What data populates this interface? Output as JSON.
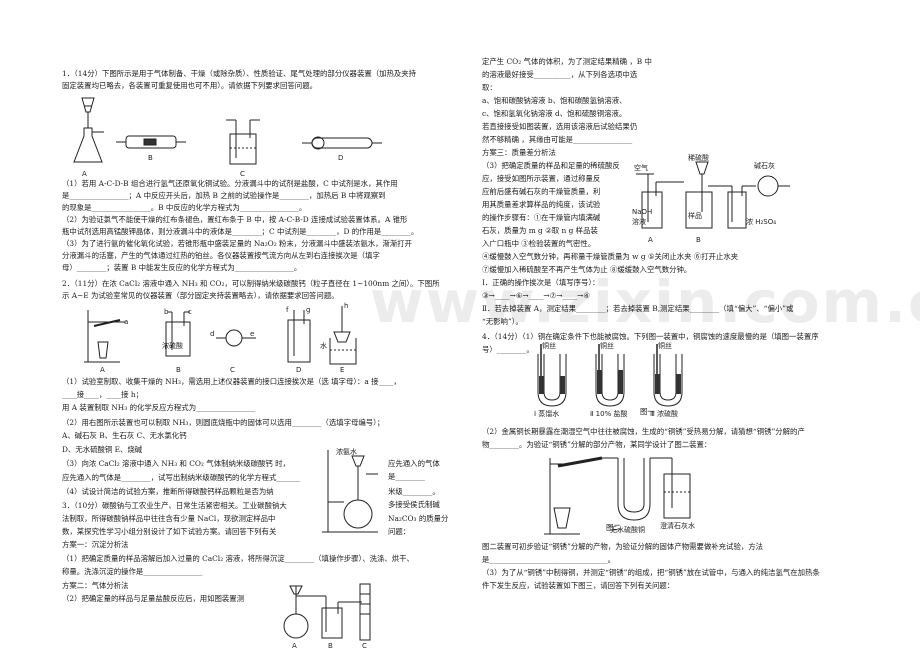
{
  "watermark": "www.zixin.com.cn",
  "left_column": [
    "1．（14分）下图所示是用于气体制备、干燥（或除杂质）、性质验证、尾气处理的部分仪器装置（加热及夹持",
    "固定装置均已略去，各装置可重复使用也可不用）。请依据下列要求回答问题。",
    "（1）若用 A-C-D-B 组合进行氢气还原氧化铜试验。分液漏斗中的试剂是盐酸，C 中试剂是水，其作用",
    "是________________；A 中反应开头后，加热 B 之前的试验操作是________，加热后 B 中将观察到",
    "的现象是________________。B 中反应的化学方程式为________________。",
    "（2）为验证氯气不能使干燥的红布条褪色，置红布条于 B 中，按 A-C-B-D 连接成试验装置体系。A 锥形",
    "瓶中试剂选用高锰酸钾晶体，则分液漏斗中的液体是________；C 中试剂是________，D 的作用是________。",
    "（3）为了进行氨的催化氧化试验，若锥形瓶中盛装足量的 Na₂O₂ 粉末，分液漏斗中盛装浓氨水，渐渐打开",
    "分液漏斗的活塞，产生的气体通过红热的铂丝。各仪器装置按气流方向从左到右连接挨次是（填字",
    "母）________；装置 B 中能发生反应的化学方程式为________________。",
    "2．（11分）在浓 CaCl₂ 溶液中通入 NH₃ 和 CO₂，可以制得纳米级碳酸钙（粒子直径在 1~100nm 之间）。下图所",
    "示 A~E 为试验室常见的仪器装置（部分固定夹持装置略去），请依据要求回答问题。",
    "（1）试验室制取、收集干燥的 NH₃，需选用上述仪器装置的接口连接挨次是（选 填字母）：a 接____，",
    "____接____，____接 h；",
    "用 A 装置制取 NH₃ 的化学反应方程式为________________",
    "（2）用右图所示装置也可以制取 NH₃，则圆底烧瓶中的固体可以选用________（选填字母编号）；",
    "A、碱石灰        B、生石灰        C、无水氯化钙",
    "D、无水硫酸铜    E、烧碱",
    "（3）向浓 CaCl₂ 溶液中通入 NH₃ 和 CO₂ 气体制纳米级碳酸钙 时，",
    "应先通入的气体是________，试写出制纳米级碳酸钙的化学方程式________________",
    "（4）试设计简洁的试验方案，推断所得碳酸钙样品颗粒是否为纳",
    "3．（10分）碳酸钠与工农业生产、日常生活紧密相关。工业碳酸钠大",
    "法制取，所得碳酸钠样品中往往含有少量 NaCl，现欲测定样品中",
    "数，某探究性学习小组分别设计了如下试验方案。请回答下列有关",
    "方案一：沉淀分析法",
    "（1）把确定质量的样品溶解后加入过量的 CaCl₂ 溶液，将所得沉淀________（填操作步骤）、洗涤、烘干、",
    "称量。洗涤沉淀的操作是________________",
    "方案二：气体分析法",
    "（2）把确定量的样品与足量盐酸反应后，用如图装置测"
  ],
  "side_texts": [
    "应先通入的气体",
    "是________",
    "米级________。",
    "多接受侯氏制碱",
    "Na₂CO₃ 的质量分",
    "问题："
  ],
  "right_column": [
    "定产生 CO₂ 气体的体积，为了测定结果精确      ，B 中",
    "的溶液最好接受__________，从下列各选项中选",
    "取：",
    "a、饱和碳酸钠溶液    b、饱和碳酸氢钠溶液、",
    "c、饱和氢氧化钠溶液  d、饱和硫酸铜溶液。",
    "若直接接受如图装置，选用该溶液后试验结果仍",
    "然不够精确          ，其缘由可能是________________",
    "方案三：质量差分析法",
    "（3）把确定质量的样品和足量的稀硫酸反",
    "应，接受如图所示装置，通过称量反",
    "应前后盛有碱石灰的干燥管质量，利",
    "用其质量差求算样品的纯度，该试验",
    "的操作步骤有：①在干燥管内填满碱",
    "石灰，质量为 m g  ②取 n g 样品装",
    "入广口瓶中  ③检验装置的气密性。",
    "④缓慢鼓入空气数分钟，再称量干燥管质量为 w g  ⑤关闭止水夹  ⑥打开止水夹",
    "⑦缓慢加入稀硫酸至不再产生气体为止  ⑧缓缓鼓入空气数分钟。",
    "Ⅰ．正确的操作挨次是（填写序号）：",
    "③→____→⑥→____→⑦→____→④",
    "Ⅱ．若去掉装置 A，测定结果________；若去掉装置 B,测定结果________（填“偏大”、“偏小”或",
    "“无影响”）。",
    "4．（14分）（1）铜在确定条件下也能被腐蚀。下列图一装置中，铜腐蚀的速度最慢的是（填图一装置序",
    "号）________。",
    "（2）金属铜长期暴露在潮湿空气中往往被腐蚀，生成的“铜锈”受热易分解，请猜想“铜锈”分解的产",
    "物________。为验证“铜锈”分解的部分产物，某同学设计了图二装置：",
    "图二装置可初步验证“铜锈”分解的产物，为验证分解的固体产物需要做补充试验，方法",
    "是________________________________。",
    "（3）为了从“铜锈”中制得铜，并测定“铜锈”的组成，把“铜锈”放在试管中，与通入的纯洁氢气在加热条",
    "件下发生反应，试验装置如下图三，请回答下列有关问题："
  ],
  "figure_labels": {
    "fig1": [
      "A",
      "B",
      "C",
      "D"
    ],
    "fig2": [
      "a",
      "b",
      "c",
      "d",
      "浓硫酸",
      "e",
      "f",
      "g",
      "h",
      "水",
      "A",
      "B",
      "C",
      "D",
      "E"
    ],
    "fig_side": [
      "浓氨水"
    ],
    "fig3": [
      "A",
      "B",
      "C"
    ],
    "fig4": [
      "空气",
      "稀硫酸",
      "碱石灰",
      "NaOH",
      "溶液",
      "样品",
      "浓 H₂SO₄",
      "A",
      "B"
    ],
    "fig5": [
      "铜丝",
      "铜丝",
      "铜丝",
      "Ⅰ 蒸馏水",
      "Ⅱ 10% 盐酸",
      "Ⅲ 浓硫酸",
      "图一"
    ],
    "fig6": [
      "无水硫酸铜",
      "澄清石灰水",
      "图二"
    ]
  }
}
